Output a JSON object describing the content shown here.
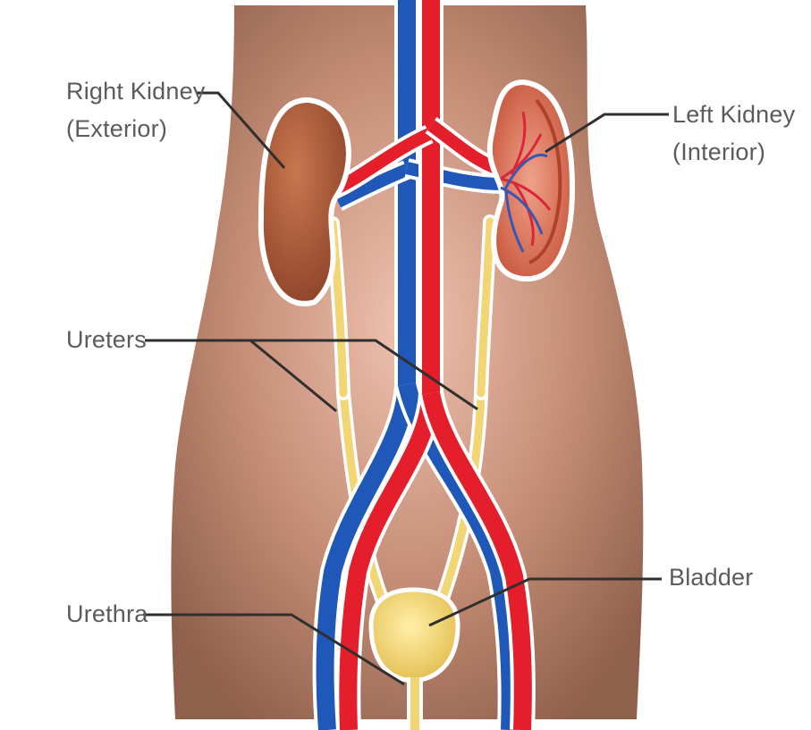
{
  "labels": {
    "right_kidney": "Right Kidney",
    "right_kidney_note": "(Exterior)",
    "left_kidney": "Left Kidney",
    "left_kidney_note": "(Interior)",
    "ureters": "Ureters",
    "bladder": "Bladder",
    "urethra": "Urethra"
  },
  "colors": {
    "skin_dark": "#9c6b55",
    "skin_light": "#e9b7a5",
    "artery": "#e41e2a",
    "vein": "#1f58b8",
    "kidney": "#a9573a",
    "ureter": "#f2d575",
    "bladder": "#f1d571",
    "leader_line": "#2f2f2f",
    "label_text": "#5b5b5b"
  }
}
